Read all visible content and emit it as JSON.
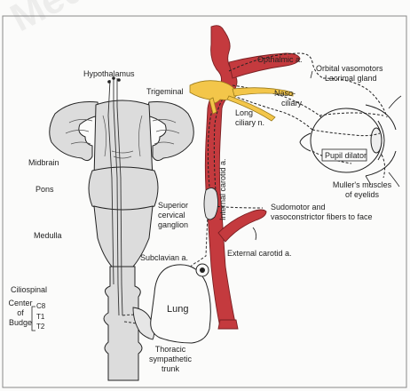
{
  "watermark": "Medica",
  "colors": {
    "artery": "#c43a3e",
    "ganglion": "#f3c64a",
    "outline": "#222222",
    "dashed_fiber": "#333333"
  },
  "labels": {
    "hypothalamus": "Hypothalamus",
    "trigeminal": "Trigeminal",
    "ophthalmic": "Opthalmic a.",
    "orbital": "Orbital vasomotors",
    "lacrimal": "Lacrimal gland",
    "naso": "Naso-",
    "ciliary": "ciliary",
    "long1": "Long",
    "long2": "ciliary n.",
    "pupil_dilator": "Pupil dilator",
    "muller1": "Muller's muscles",
    "muller2": "of eyelids",
    "internal_carotid": "Internal carotid a.",
    "midbrain": "Midbrain",
    "pons": "Pons",
    "medulla": "Medulla",
    "superior": "Superior",
    "cervical": "cervical",
    "ganglion": "ganglion",
    "sudomotor1": "Sudomotor and",
    "sudomotor2": "vasoconstrictor fibers to face",
    "external_carotid": "External carotid a.",
    "subclavian": "Subclavian a.",
    "lung": "Lung",
    "ciliospinal": "Ciliospinal",
    "center": "Center",
    "of": "of",
    "budge": "Budge",
    "c8": "C8",
    "t1": "T1",
    "t2": "T2",
    "thoracic1": "Thoracic",
    "thoracic2": "sympathetic",
    "thoracic3": "trunk"
  }
}
